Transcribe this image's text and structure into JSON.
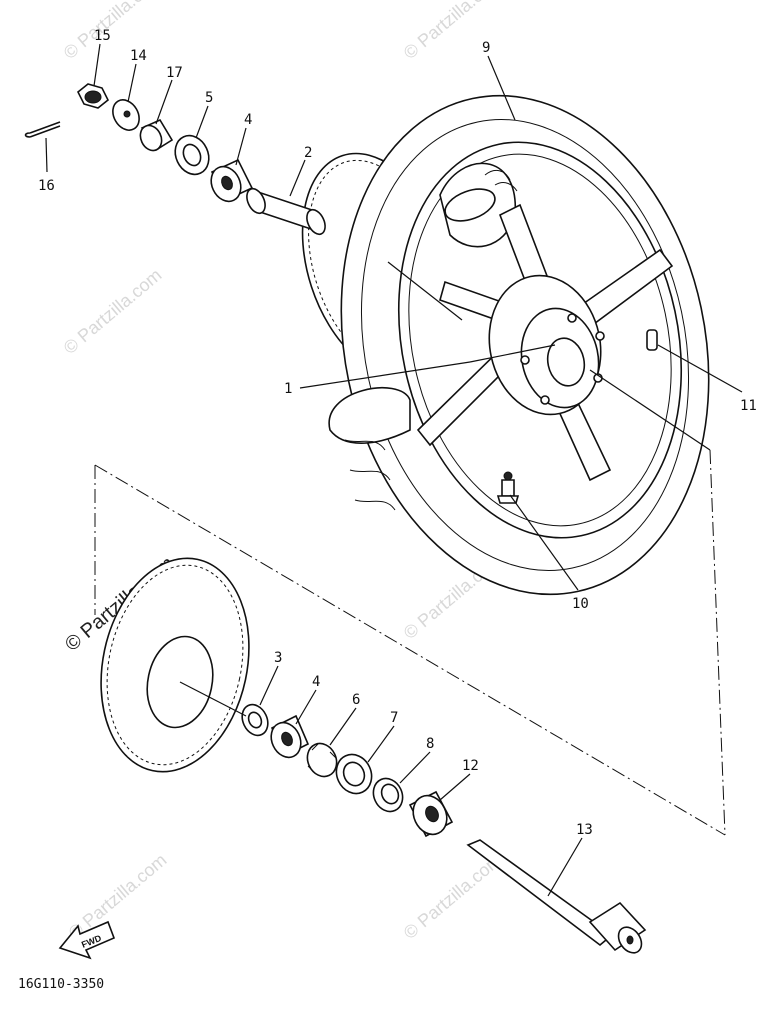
{
  "watermark": {
    "text": "© Partzilla.com"
  },
  "callouts": {
    "p1": "1",
    "p2": "2",
    "p3": "3",
    "p4a": "4",
    "p4b": "4",
    "p5": "5",
    "p6": "6",
    "p7": "7",
    "p8": "8",
    "p9": "9",
    "p10": "10",
    "p11": "11",
    "p12": "12",
    "p13": "13",
    "p14": "14",
    "p15": "15",
    "p16": "16",
    "p17": "17"
  },
  "fwd_label": "FWD",
  "diagram_code": "16G110-3350"
}
